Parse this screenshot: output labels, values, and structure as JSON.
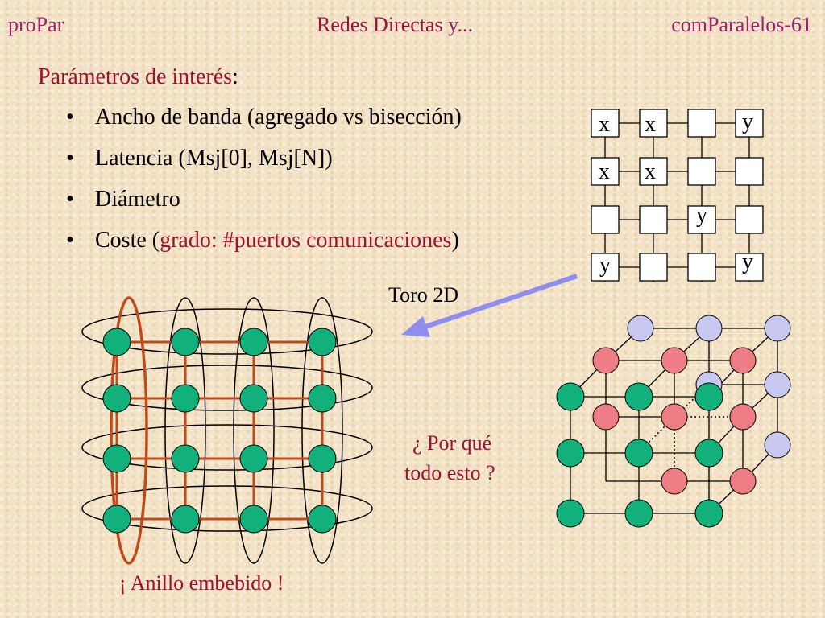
{
  "header": {
    "left": "proPar",
    "center_main": "Redes Directas",
    "center_tail": " y...",
    "right": "comParalelos-61"
  },
  "subtitle": {
    "text": "Parámetros de interés",
    "colon": ":"
  },
  "bullets": {
    "b1": "Ancho de banda (agregado vs bisección)",
    "b2": "Latencia (Msj[0], Msj[N])",
    "b3": "Diámetro",
    "b4_pre": "Coste (",
    "b4_red": "grado: #puertos comunicaciones",
    "b4_post": ")"
  },
  "labels": {
    "torus": "Toro 2D",
    "question_l1": "¿ Por qué",
    "question_l2": "todo esto ?",
    "ring": "¡ Anillo embebido !"
  },
  "grid_marks": {
    "r0c0": "x",
    "r0c1": "x",
    "r0c3": "y",
    "r1c0": "x",
    "r1c1": "x",
    "r2c2": "y",
    "r3c0": "y",
    "r3c3": "y"
  },
  "colors": {
    "green": "#12b07a",
    "pink": "#ef7d86",
    "lavender": "#c8c8f0",
    "ring": "#c04a1a",
    "arrow": "#8e8ef0",
    "title": "#a0206e"
  }
}
